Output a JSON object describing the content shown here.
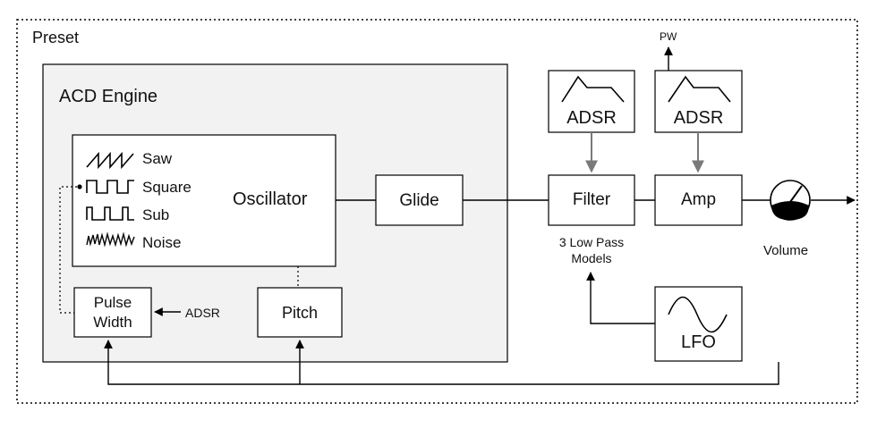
{
  "preset": {
    "label": "Preset"
  },
  "engine": {
    "title": "ACD Engine"
  },
  "oscillator": {
    "label": "Oscillator",
    "waveforms": [
      {
        "label": "Saw",
        "icon": "saw-wave-icon"
      },
      {
        "label": "Square",
        "icon": "square-wave-icon"
      },
      {
        "label": "Sub",
        "icon": "sub-wave-icon"
      },
      {
        "label": "Noise",
        "icon": "noise-wave-icon"
      }
    ]
  },
  "pulse_width": {
    "label_line1": "Pulse",
    "label_line2": "Width",
    "mod_source": "ADSR"
  },
  "pitch": {
    "label": "Pitch"
  },
  "glide": {
    "label": "Glide"
  },
  "filter": {
    "label": "Filter",
    "caption_line1": "3 Low Pass",
    "caption_line2": "Models"
  },
  "filter_env": {
    "label": "ADSR"
  },
  "amp_env": {
    "label": "ADSR",
    "output": "PW"
  },
  "amp": {
    "label": "Amp"
  },
  "lfo": {
    "label": "LFO"
  },
  "volume": {
    "label": "Volume"
  },
  "colors": {
    "engine_fill": "#f2f2f2",
    "stroke": "#000000",
    "mod_arrow": "#7a7a7a"
  }
}
